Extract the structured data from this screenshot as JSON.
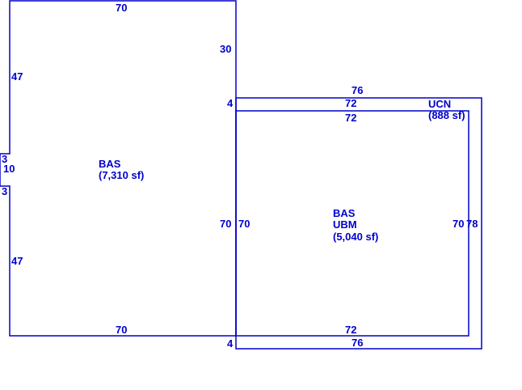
{
  "colors": {
    "line": "#0000cc",
    "text": "#0000cc",
    "background": "#ffffff"
  },
  "areas": {
    "bas_left": {
      "code": "BAS",
      "size": "(7,310 sf)"
    },
    "bas_right": {
      "code": "BAS",
      "sub_code": "UBM",
      "size": "(5,040 sf)"
    },
    "ucn": {
      "code": "UCN",
      "size": "(888 sf)"
    }
  },
  "dimensions": {
    "left_top": "70",
    "left_upper_side": "30",
    "left_step": "4",
    "left_west_upper": "47",
    "left_notch_upper": "3",
    "left_notch_depth": "10",
    "left_notch_lower": "3",
    "left_west_lower": "47",
    "left_bottom": "70",
    "left_east": "70",
    "left_bottom_step": "4",
    "right_west": "70",
    "right_top": "72",
    "right_bottom": "72",
    "right_east": "70",
    "ucn_top_outer": "76",
    "ucn_top_inner": "72",
    "ucn_east": "78",
    "ucn_bottom": "76"
  }
}
